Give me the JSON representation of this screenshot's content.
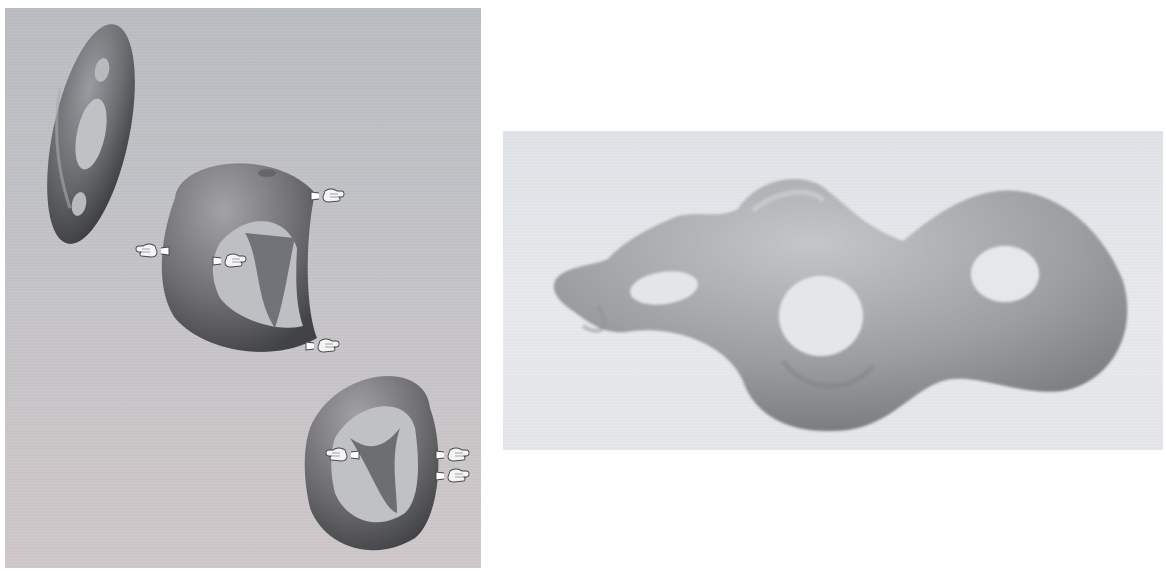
{
  "figures": [
    {
      "id": "left-photo",
      "subjects": [
        "double-torus",
        "torus-with-hands-deforming",
        "torus-with-hands-stretching"
      ],
      "colors": {
        "background_top": "#b9bcc1",
        "background_bottom": "#cfc7c9",
        "surface": "#6f7073"
      }
    },
    {
      "id": "right-photo",
      "subjects": [
        "triple-genus-surface"
      ],
      "colors": {
        "background": "#e3e6e9",
        "surface": "#9a9c9f"
      }
    }
  ],
  "icons": [
    "hand-icon"
  ]
}
